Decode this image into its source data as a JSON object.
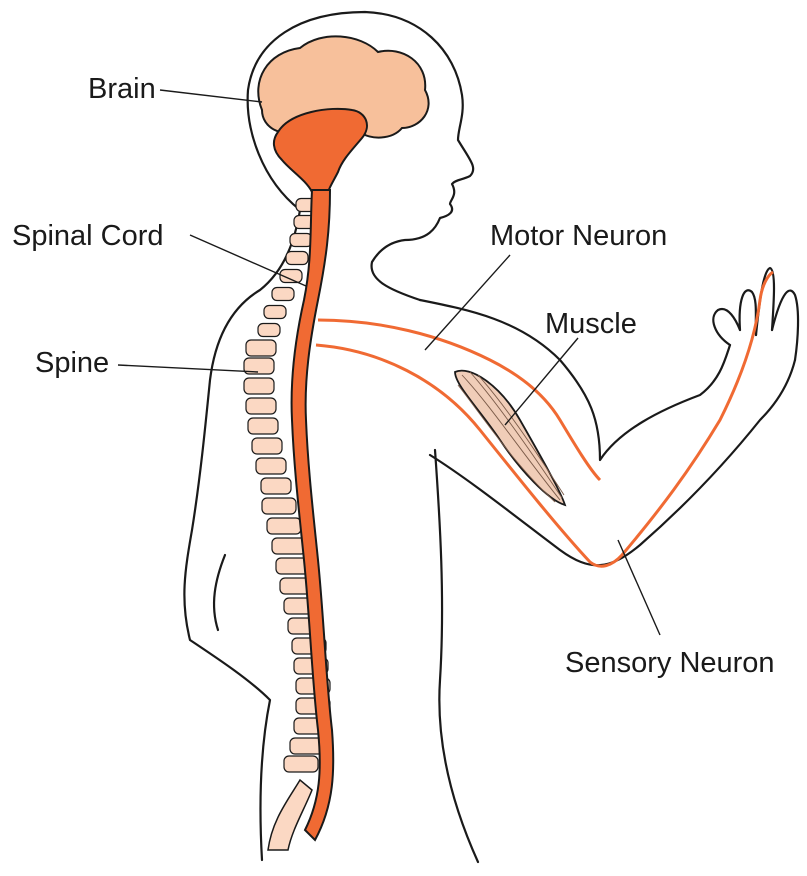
{
  "labels": {
    "brain": "Brain",
    "spinal_cord": "Spinal Cord",
    "spine": "Spine",
    "motor_neuron": "Motor Neuron",
    "muscle": "Muscle",
    "sensory_neuron": "Sensory Neuron"
  },
  "colors": {
    "brain_fill": "#f7c09b",
    "nerve_orange": "#f06a33",
    "vertebra_fill": "#fbd8c3",
    "muscle_fill": "#f0cdb8",
    "outline": "#1a1a1a",
    "background": "#ffffff"
  }
}
